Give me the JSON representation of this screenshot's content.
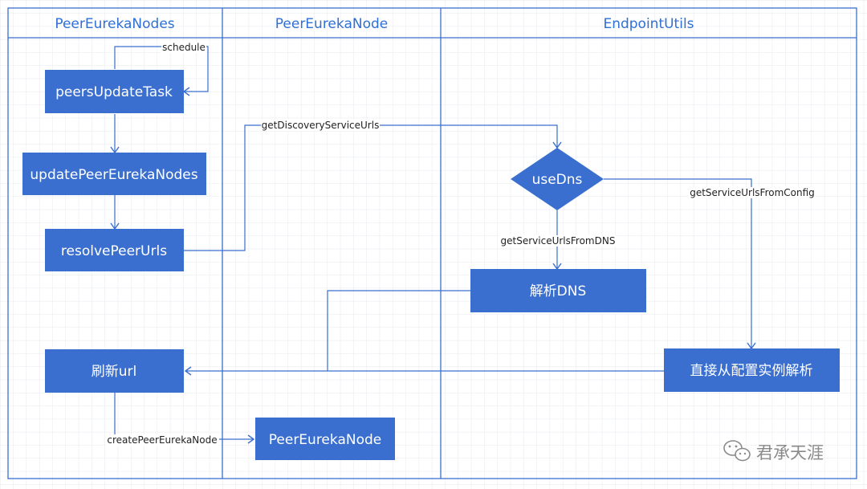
{
  "lanes": [
    {
      "title": "PeerEurekaNodes"
    },
    {
      "title": "PeerEurekaNode"
    },
    {
      "title": "EndpointUtils"
    }
  ],
  "nodes": {
    "peersUpdateTask": "peersUpdateTask",
    "updatePeerEurekaNodes": "updatePeerEurekaNodes",
    "resolvePeerUrls": "resolvePeerUrls",
    "refreshUrl": "刷新url",
    "peerEurekaNode": "PeerEurekaNode",
    "useDns": "useDns",
    "resolveDns": "解析DNS",
    "resolveFromConfig": "直接从配置实例解析"
  },
  "edge_labels": {
    "schedule": "schedule",
    "getDiscoveryServiceUrls": "getDiscoveryServiceUrls",
    "getServiceUrlsFromConfig": "getServiceUrlsFromConfig",
    "getServiceUrlsFromDNS": "getServiceUrlsFromDNS",
    "createPeerEurekaNode": "createPeerEurekaNode"
  },
  "watermark": {
    "text": "君承天涯",
    "icon": "wechat-icon"
  },
  "colors": {
    "node_fill": "#3a6fcf",
    "edge": "#3a6fcf",
    "header_text": "#2f6fd6",
    "grid": "#e4e8ee"
  }
}
